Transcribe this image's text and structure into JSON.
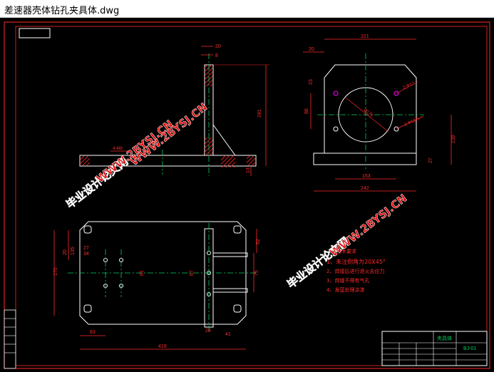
{
  "window": {
    "title": "差速器壳体钻孔夹具体.dwg"
  },
  "colors": {
    "background": "#000000",
    "outline": "#ffffff",
    "dimension": "#ff2a2a",
    "centerline": "#00d060",
    "hatch": "#d62020",
    "highlight": "#ff00ff",
    "watermark": "#e01010",
    "title_block_text": "#00d060"
  },
  "watermarks": [
    {
      "text": "毕业设计论文网"
    },
    {
      "text": "WWW.2BYSJ.CN"
    },
    {
      "text": "毕业设计论文网"
    },
    {
      "text": "WWW.2BYSJ.CN"
    },
    {
      "text": "毕业设计论文网"
    },
    {
      "text": "WWW.2BYSJ.CN"
    }
  ],
  "front_view": {
    "dims": {
      "d20_top": "20",
      "d8": "8",
      "d241": "241",
      "d13": "13",
      "d4_m8": "4-M8"
    }
  },
  "side_view": {
    "dims": {
      "d221": "221",
      "d20": "20",
      "d23": "23",
      "d88": "88",
      "d139": "139",
      "d27": "27",
      "d153": "153",
      "d242": "242",
      "phi_bore": "Ø170",
      "holes_a": "2-Φ12",
      "holes_b": "2-Φ12孔"
    }
  },
  "top_view": {
    "dims": {
      "d27": "27",
      "d20": "20",
      "d34": "34",
      "d135": "135",
      "d170": "170",
      "d63": "63",
      "d419": "419",
      "d28": "28",
      "d41": "41",
      "d62": "62",
      "d75": "75",
      "d61": "61",
      "d67": "67"
    }
  },
  "requirements": {
    "title": "技术要求",
    "items": [
      "1、未注倒角为20X45°",
      "2、焊接后进行退火去应力",
      "3、焊缝不得有气孔",
      "4、发蓝处理涂漆"
    ]
  },
  "title_block": {
    "drawing_name": "夹具体",
    "drawing_code": "BJ-01"
  }
}
